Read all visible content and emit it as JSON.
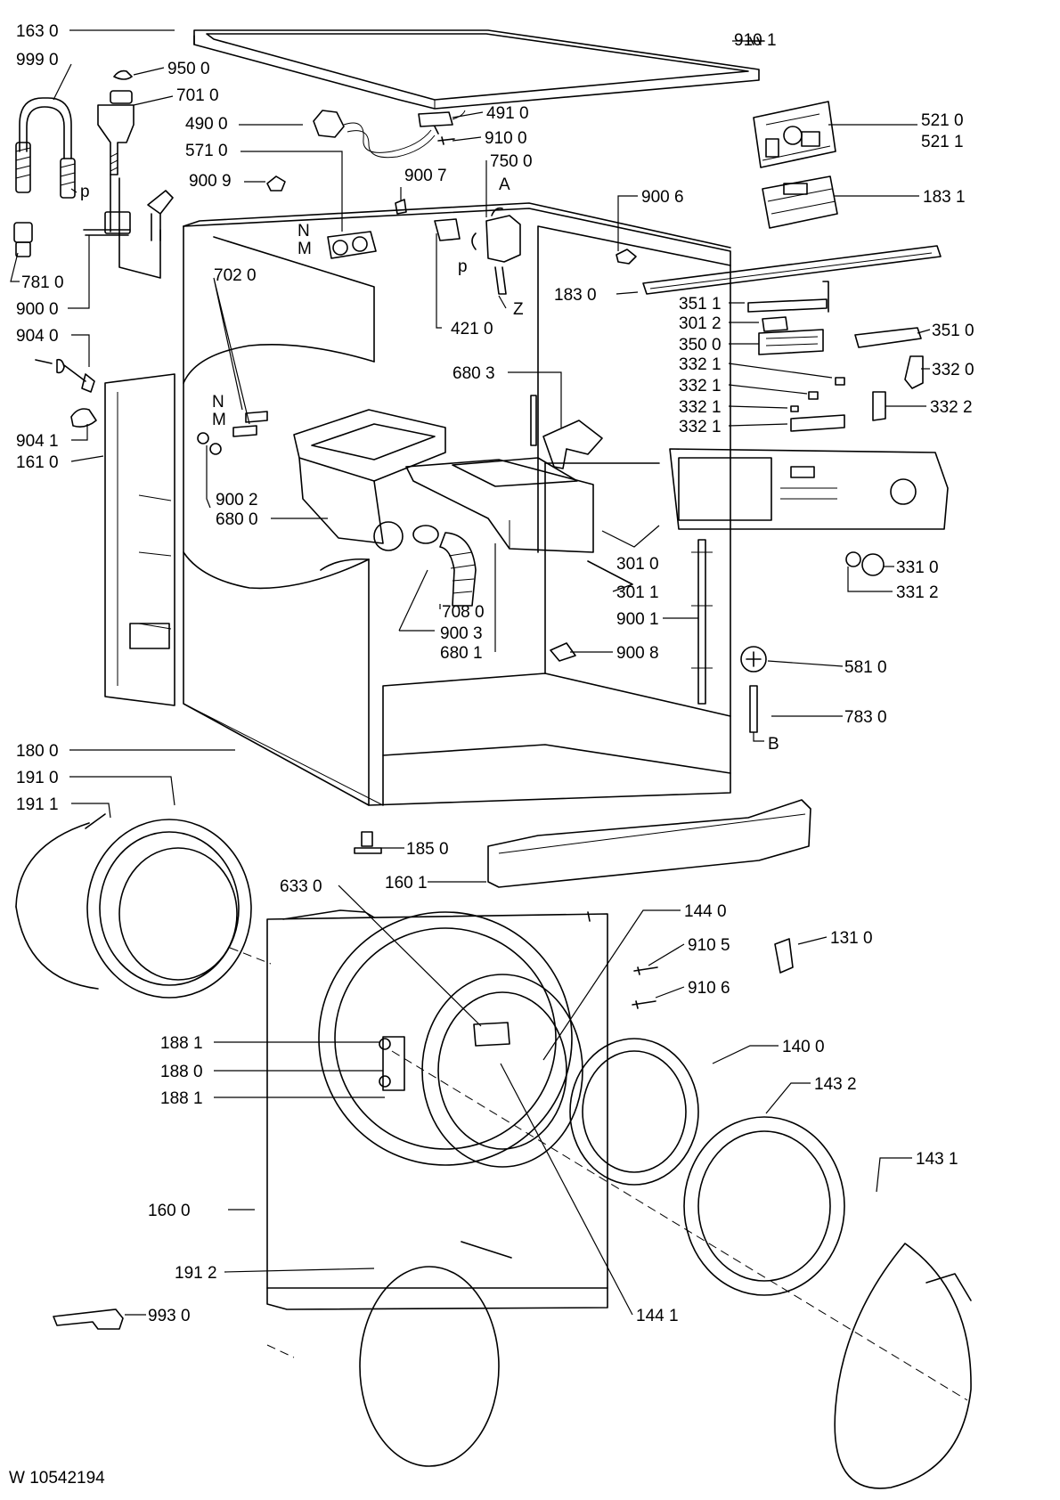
{
  "document_code": "W 10542194",
  "labels": {
    "p1630": "163 0",
    "p9101": "910 1",
    "p9990": "999 0",
    "p9500": "950 0",
    "p7010": "701 0",
    "p4900": "490 0",
    "p4910": "491 0",
    "p9100": "910 0",
    "p5710": "571 0",
    "p7500": "750 0",
    "pA": "A",
    "p9009": "900 9",
    "p9007": "900 7",
    "p9006": "900 6",
    "p5210": "521 0",
    "p5211": "521 1",
    "p1831": "183 1",
    "pP1": "p",
    "pN1": "N",
    "pM1": "M",
    "pP2": "p",
    "pZ": "Z",
    "p7810": "781 0",
    "p9000": "900 0",
    "p4210": "421 0",
    "p1830": "183 0",
    "p7020": "702 0",
    "p3511": "351 1",
    "p3012": "301 2",
    "p3500": "350 0",
    "p3510": "351 0",
    "p9040": "904 0",
    "p3321a": "332 1",
    "p3320": "332 0",
    "p6803": "680 3",
    "p3321b": "332 1",
    "p3321c": "332 1",
    "p3322": "332 2",
    "p9041": "904 1",
    "p3321d": "332 1",
    "p1610": "161 0",
    "pN2": "N",
    "pM2": "M",
    "p9002": "900 2",
    "p6800": "680 0",
    "p3010": "301 0",
    "p3310": "331 0",
    "p3312": "331 2",
    "p3011": "301 1",
    "p7080": "708 0",
    "p9001": "900 1",
    "p9003": "900 3",
    "p6801": "680 1",
    "p9008": "900 8",
    "p5810": "581 0",
    "p7830": "783 0",
    "pB": "B",
    "p1800": "180 0",
    "p1910": "191 0",
    "p1911": "191 1",
    "p1850": "185 0",
    "p1601": "160 1",
    "p6330": "633 0",
    "p1440": "144 0",
    "p9105": "910 5",
    "p1310": "131 0",
    "p9106": "910 6",
    "p1881a": "188 1",
    "p1400": "140 0",
    "p1880": "188 0",
    "p1881b": "188 1",
    "p1432": "143 2",
    "p1431": "143 1",
    "p1600": "160 0",
    "p1912": "191 2",
    "p1441": "144 1",
    "p9930": "993 0"
  }
}
